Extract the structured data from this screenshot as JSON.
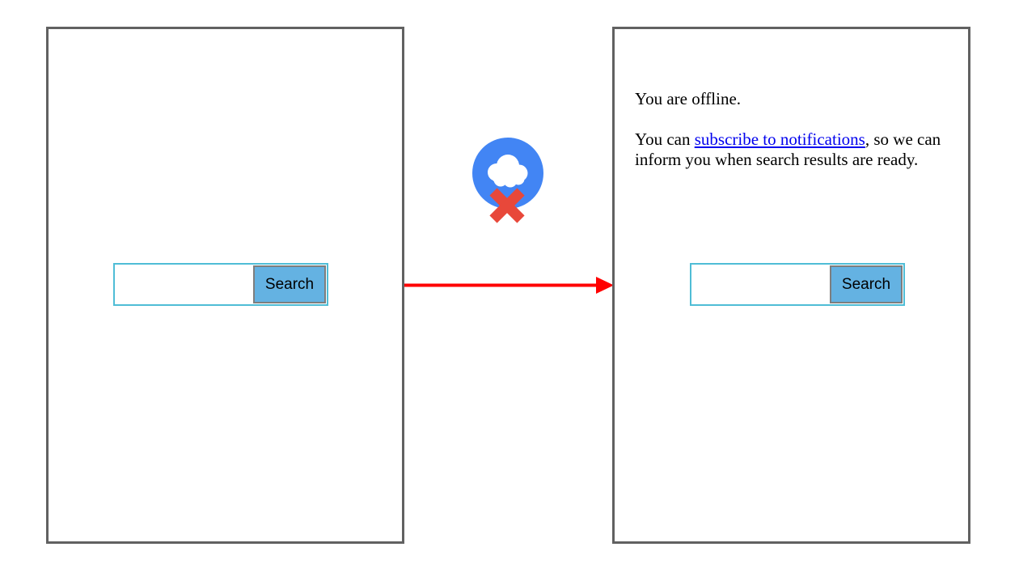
{
  "panels": {
    "before": {
      "search": {
        "value": "",
        "button_label": "Search"
      }
    },
    "after": {
      "offline_text": "You are offline.",
      "notification_sentence": {
        "prefix": "You can ",
        "link_text": "subscribe to notifications",
        "suffix": ", so we can inform you when search results are ready."
      },
      "search": {
        "value": "",
        "button_label": "Search"
      }
    }
  },
  "icons": {
    "offline": "cloud-with-red-cross"
  },
  "colors": {
    "frame_border": "#616161",
    "arrow_red": "#FF0000",
    "icon_circle_blue": "#4285F4",
    "icon_cloud_white": "#FFFFFF",
    "icon_cross_red": "#E8483A",
    "button_blue": "#64B2E2",
    "button_border_gray": "#7E7E7E",
    "input_border_teal": "#4FBDD6",
    "link_blue": "#0000EE",
    "text_black": "#000000"
  }
}
